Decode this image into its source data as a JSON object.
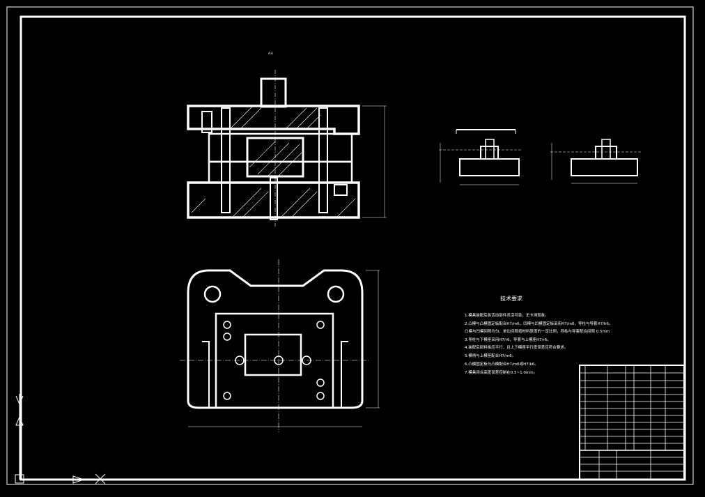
{
  "drawing": {
    "section_label": "A-A",
    "part_view_labels": [
      "",
      ""
    ],
    "tech_requirements": {
      "title": "技术要求",
      "items": [
        "1.模具装配后各活动部件灵活可靠，无卡滞现象。",
        "2.凸模与凸模固定板配合H7/m6，凹模与凹模固定板采用H7/m6，导柱与导套H7/h6。",
        "   凸模与凹模间隙均匀，单边间隙按材料厚度的一定比例，导柱与导套配合间隙 0.5mm",
        "3.导柱与下模座采用H7/r6，导套与上模座H7/r6。",
        "4.装配后卸料板应平行，且上下模座平行度误差应符合要求。",
        "5.模柄与上模座配合H7/m6。",
        "6.凸模固定板与凸模配合H7/m6或H7/k6。",
        "7.模具闭合高度误差控制在0.5~1.0mm。"
      ]
    },
    "dimension_labels": {
      "main_width": "",
      "plan_width": "",
      "plan_height": ""
    }
  },
  "icons": {
    "ucs_icon": "ucs-icon",
    "cursor_icon": "crosshair-icon"
  },
  "colors": {
    "background": "#000000",
    "lines": "#ffffff"
  }
}
